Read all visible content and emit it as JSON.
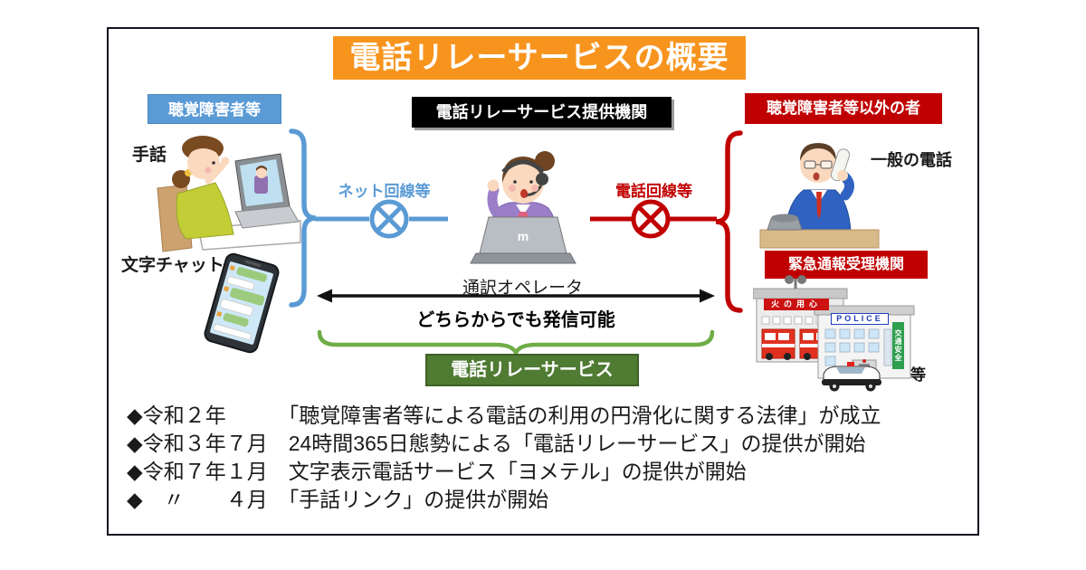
{
  "title": "電話リレーサービスの概要",
  "left": {
    "group_label": "聴覚障害者等",
    "sign_language_label": "手話",
    "text_chat_label": "文字チャット"
  },
  "center": {
    "provider_label": "電話リレーサービス提供機関",
    "net_line_label": "ネット回線等",
    "phone_line_label": "電話回線等",
    "operator_label": "通訳オペレータ",
    "laptop_logo": "m",
    "bidirectional_label": "どちらからでも発信可能",
    "service_label": "電話リレーサービス"
  },
  "right": {
    "group_label": "聴覚障害者等以外の者",
    "general_phone_label": "一般の電話",
    "emergency_label": "緊急通報受理機関",
    "fire_station_sign": "火の用心",
    "police_station_sign": "POLICE",
    "police_banner": "交通安全",
    "etc_label": "等"
  },
  "timeline": {
    "items": [
      "◆令和２年　　　「聴覚障害者等による電話の利用の円滑化に関する法律」が成立",
      "◆令和３年７月　24時間365日態勢による「電話リレーサービス」の提供が開始",
      "◆令和７年１月　文字表示電話サービス「ヨメテル」の提供が開始",
      "◆　〃　　４月　「手話リンク」の提供が開始"
    ]
  },
  "colors": {
    "title_bg": "#F7941D",
    "blue": "#5B9BD5",
    "red": "#C00000",
    "green_box": "#4F7B33",
    "green_brace": "#70AD47",
    "black": "#000000"
  }
}
